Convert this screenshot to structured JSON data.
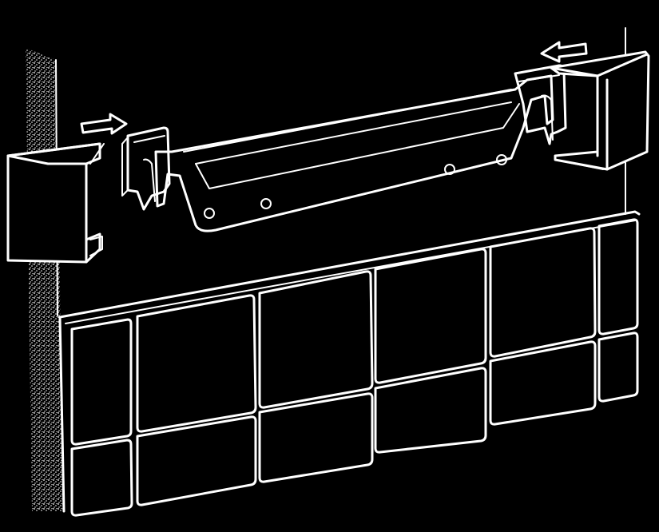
{
  "diagram": {
    "background_color": "#000000",
    "line_color": "#ffffff",
    "parts": {
      "wall": "textured-wall-section",
      "tiles": "tile-grid",
      "bracket": "mounting-bracket",
      "left_cap": "left-end-cap",
      "right_cap": "right-end-cap",
      "left_arrow": "arrow-right-icon",
      "right_arrow": "arrow-left-icon"
    }
  }
}
